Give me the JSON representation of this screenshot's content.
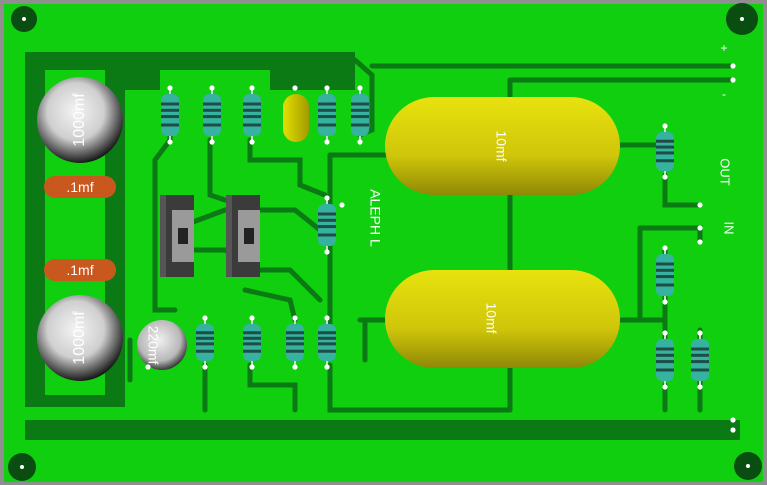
{
  "board": {
    "title": "ALEPH L",
    "colors": {
      "board": "#0fcf0f",
      "trace": "#0b7a14",
      "pad": "#ffffff",
      "cap_yellow": "#d9d20a",
      "cap_orange": "#d25a1c",
      "resistor": "#35b3a0",
      "hole": "#0a4d10"
    }
  },
  "connectors": {
    "plus": "+",
    "minus": "-",
    "out": "OUT",
    "in": "IN"
  },
  "components": {
    "cap_big_top": "1000mf",
    "cap_big_bottom": "1000mf",
    "cap_small_top": ".1mf",
    "cap_small_bottom": ".1mf",
    "cap_220": "220mf",
    "cap_oval_top": "10mf",
    "cap_oval_bottom": "10mf"
  }
}
